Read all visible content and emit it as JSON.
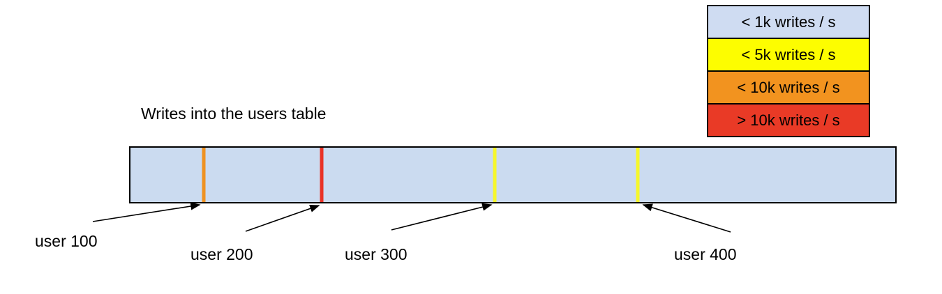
{
  "title": "Writes into the users table",
  "legend": {
    "items": [
      {
        "label": "< 1k writes / s",
        "color": "#cfdcf2"
      },
      {
        "label": "< 5k writes / s",
        "color": "#fdfd00"
      },
      {
        "label": "< 10k writes / s",
        "color": "#f2931f"
      },
      {
        "label": "> 10k writes / s",
        "color": "#e93a26"
      }
    ]
  },
  "bar": {
    "fill": "#cbdbf0",
    "border_color": "#000000",
    "markers": [
      {
        "label": "user 100",
        "color": "#ef9221",
        "position_pct": 9.6
      },
      {
        "label": "user 200",
        "color": "#e93226",
        "position_pct": 25.0
      },
      {
        "label": "user 300",
        "color": "#f6f72b",
        "position_pct": 47.6
      },
      {
        "label": "user 400",
        "color": "#f6f72b",
        "position_pct": 66.3
      }
    ]
  }
}
